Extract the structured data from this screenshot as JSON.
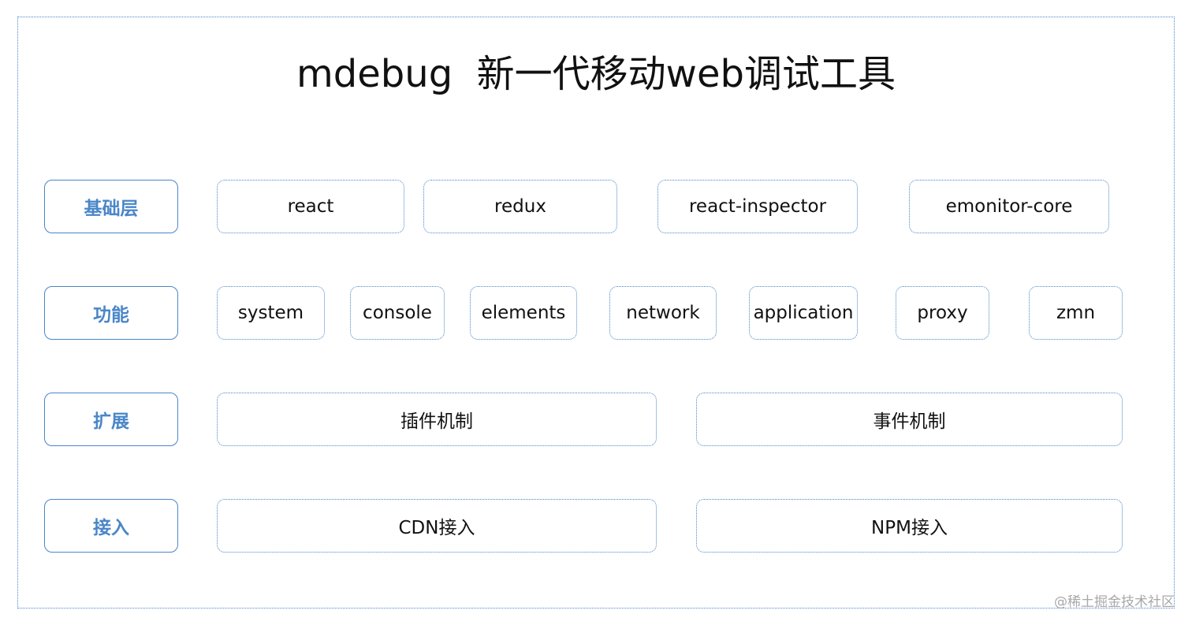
{
  "title": "mdebug  新一代移动web调试工具",
  "layers": [
    {
      "label": "基础层",
      "items": [
        "react",
        "redux",
        "react-inspector",
        "emonitor-core"
      ]
    },
    {
      "label": "功能",
      "items": [
        "system",
        "console",
        "elements",
        "network",
        "application",
        "proxy",
        "zmn"
      ]
    },
    {
      "label": "扩展",
      "items": [
        "插件机制",
        "事件机制"
      ]
    },
    {
      "label": "接入",
      "items": [
        "CDN接入",
        "NPM接入"
      ]
    }
  ],
  "watermark": "@稀土掘金技术社区",
  "colors": {
    "accent": "#4a86c8",
    "text": "#111111",
    "watermark": "#a8a8a8"
  }
}
